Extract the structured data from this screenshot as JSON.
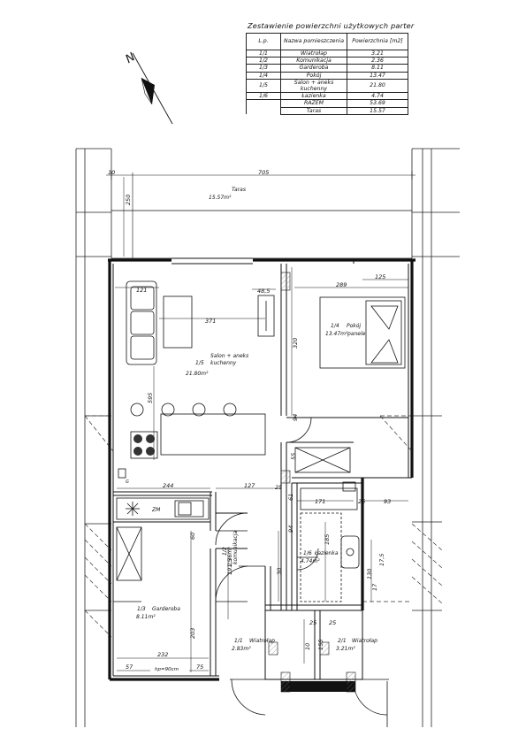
{
  "title": "Zestawienie powierzchni użytkowych parter",
  "table": {
    "headers": [
      "L.p.",
      "Nazwa pomieszczenia",
      "Powierzchnia [m2]"
    ],
    "rows": [
      {
        "lp": "1/1",
        "name": "Wiatrołap",
        "area": "3.21"
      },
      {
        "lp": "1/2",
        "name": "Komunikacja",
        "area": "2.36"
      },
      {
        "lp": "1/3",
        "name": "Garderoba",
        "area": "8.11"
      },
      {
        "lp": "1/4",
        "name": "Pokój",
        "area": "13.47"
      },
      {
        "lp": "1/5",
        "name": "Salon + aneks kuchenny",
        "area": "21.80"
      },
      {
        "lp": "1/6",
        "name": "Łazienka",
        "area": "4.74"
      }
    ],
    "total_label": "RAZEM",
    "total_value": "53.69",
    "terrace_label": "Taras",
    "terrace_value": "15.57"
  },
  "compass": {
    "letter": "N"
  },
  "rooms": {
    "taras": {
      "name": "Taras",
      "area": "15.57m²"
    },
    "salon": {
      "number": "1/5",
      "name_line1": "Salon + aneks",
      "name_line2": "kuchenny",
      "area": "21.80m²"
    },
    "pokoj": {
      "number": "1/4",
      "name": "Pokój",
      "area": "13.47m²",
      "floor": "panele"
    },
    "komunikacja": {
      "number": "1/2",
      "name": "komunikacja",
      "area": "2.36m²"
    },
    "lazienka": {
      "number": "1/6",
      "name": "Łazienka",
      "area": "4.74m²"
    },
    "garderoba": {
      "number": "1/3",
      "name": "Garderoba",
      "area": "8.11m²"
    },
    "wiatrolap1": {
      "number": "1/1",
      "name": "Wiatrołap",
      "area": "2.83m²"
    },
    "wiatrolap2": {
      "number": "2/1",
      "name": "Wiatrołap",
      "area": "3.21m²"
    }
  },
  "dimensions": {
    "d705": "705",
    "d10": "10",
    "d250": "250",
    "d121": "121",
    "d371": "371",
    "d48": "48,5",
    "d320": "320",
    "d289": "289",
    "d125": "125",
    "d595": "595",
    "d244": "244",
    "d127": "127",
    "d25a": "25",
    "d171": "171",
    "d25b": "25",
    "d93": "93",
    "d61": "61",
    "d94a": "94",
    "d94b": "94",
    "d60": "60",
    "d185": "185",
    "d191": "191,5",
    "d203": "203",
    "d232": "232",
    "d57": "57",
    "d75": "75",
    "d25c": "25",
    "d25d": "25",
    "d155": "155",
    "d10b": "10",
    "d175": "17,5",
    "d17": "17",
    "d130": "130",
    "d30": "30",
    "d55": "55",
    "hp": "hp=90cm"
  },
  "labels": {
    "zm": "ZM",
    "gaz": "G"
  }
}
